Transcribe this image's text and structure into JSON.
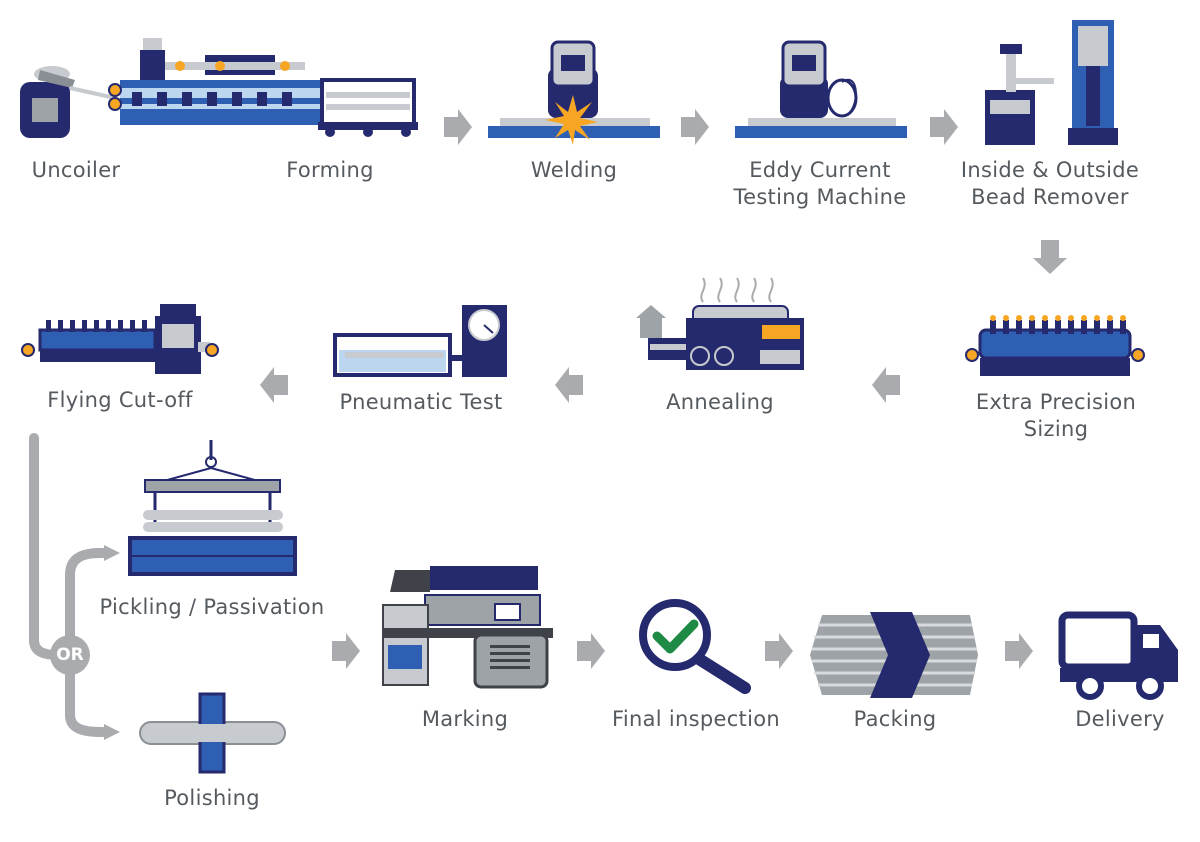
{
  "colors": {
    "navy": "#252a6e",
    "blue": "#2e5fb3",
    "light_blue": "#bcd6f0",
    "steel": "#c7cace",
    "arrow_gray": "#a9abae",
    "label_gray": "#555a5f",
    "spark": "#f6a623",
    "check_green": "#1f8a45"
  },
  "steps": {
    "uncoiler": "Uncoiler",
    "forming": "Forming",
    "welding": "Welding",
    "eddy_line1": "Eddy Current",
    "eddy_line2": "Testing Machine",
    "bead_line1": "Inside & Outside",
    "bead_line2": "Bead Remover",
    "sizing_line1": "Extra Precision",
    "sizing_line2": "Sizing",
    "annealing": "Annealing",
    "pneumatic": "Pneumatic Test",
    "cutoff": "Flying Cut-off",
    "pickling": "Pickling / Passivation",
    "polishing": "Polishing",
    "marking": "Marking",
    "inspection": "Final inspection",
    "packing": "Packing",
    "delivery": "Delivery"
  },
  "branch_label": "OR",
  "icons": {
    "uncoiler": "coil-uncoiler-icon",
    "forming": "roll-forming-machine-icon",
    "welding": "welder-icon",
    "eddy": "eddy-current-tester-icon",
    "bead": "bead-remover-machine-icon",
    "sizing": "sizing-mill-icon",
    "annealing": "annealing-furnace-icon",
    "pneumatic": "pressure-test-tank-icon",
    "cutoff": "flying-saw-icon",
    "pickling": "crane-pickling-tank-icon",
    "polishing": "pipe-polisher-icon",
    "marking": "marking-machine-icon",
    "inspection": "magnifier-check-icon",
    "packing": "pipe-bundle-icon",
    "delivery": "truck-icon"
  }
}
